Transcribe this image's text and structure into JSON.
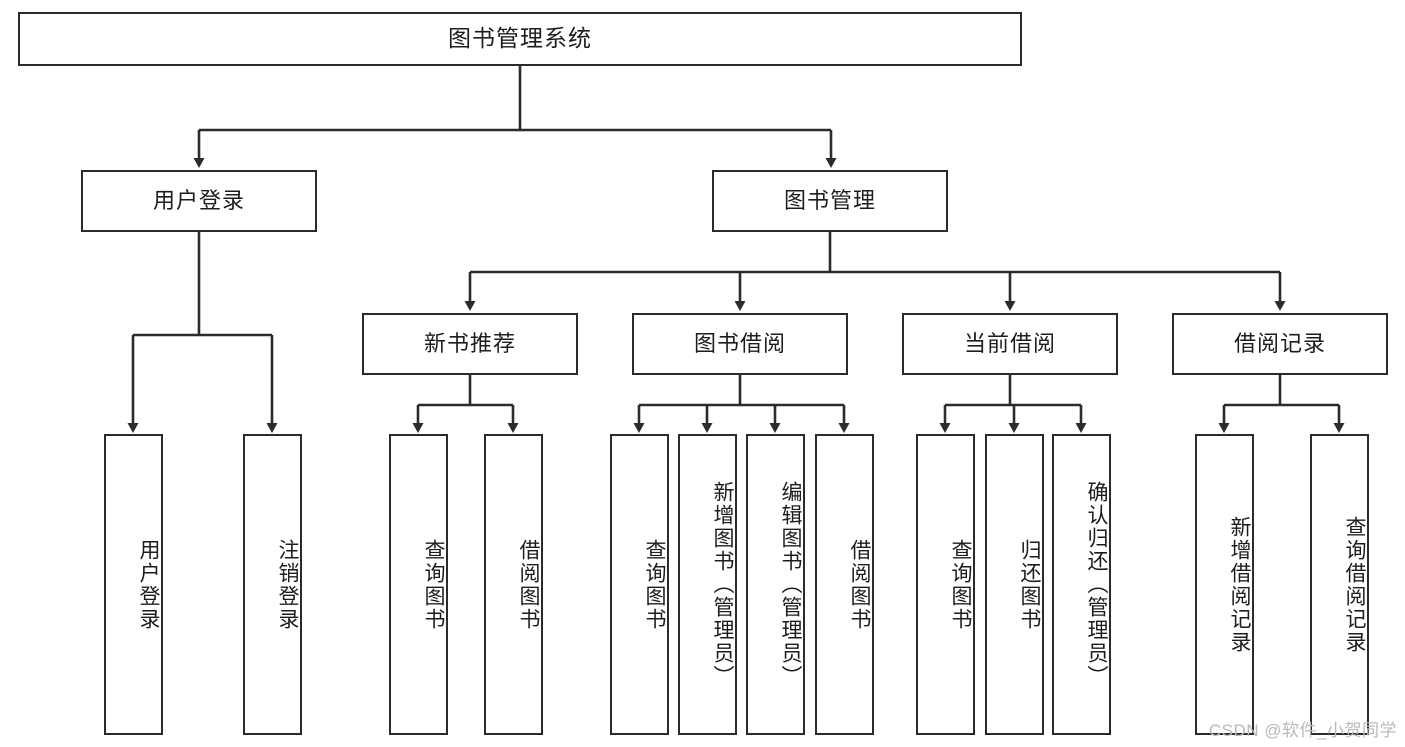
{
  "diagram": {
    "title": "图书管理系统",
    "type": "tree",
    "watermark": "CSDN @软件_小贺同学",
    "stroke_color": "#2b2b2b",
    "fill_color": "#ffffff",
    "text_color": "#1d1d1d"
  },
  "nodes": {
    "root": {
      "label": "图书管理系统"
    },
    "level1": [
      {
        "label": "用户登录"
      },
      {
        "label": "图书管理"
      }
    ],
    "level2": [
      {
        "label": "新书推荐"
      },
      {
        "label": "图书借阅"
      },
      {
        "label": "当前借阅"
      },
      {
        "label": "借阅记录"
      }
    ],
    "leaves": {
      "user_login": [
        {
          "label": "用户登录"
        },
        {
          "label": "注销登录"
        }
      ],
      "new_book": [
        {
          "label": "查询图书"
        },
        {
          "label": "借阅图书"
        }
      ],
      "book_borrow": [
        {
          "label": "查询图书"
        },
        {
          "label": "新增图书（管理员）"
        },
        {
          "label": "编辑图书（管理员）"
        },
        {
          "label": "借阅图书"
        }
      ],
      "current_borrow": [
        {
          "label": "查询图书"
        },
        {
          "label": "归还图书"
        },
        {
          "label": "确认归还（管理员）"
        }
      ],
      "borrow_record": [
        {
          "label": "新增借阅记录"
        },
        {
          "label": "查询借阅记录"
        }
      ]
    }
  }
}
